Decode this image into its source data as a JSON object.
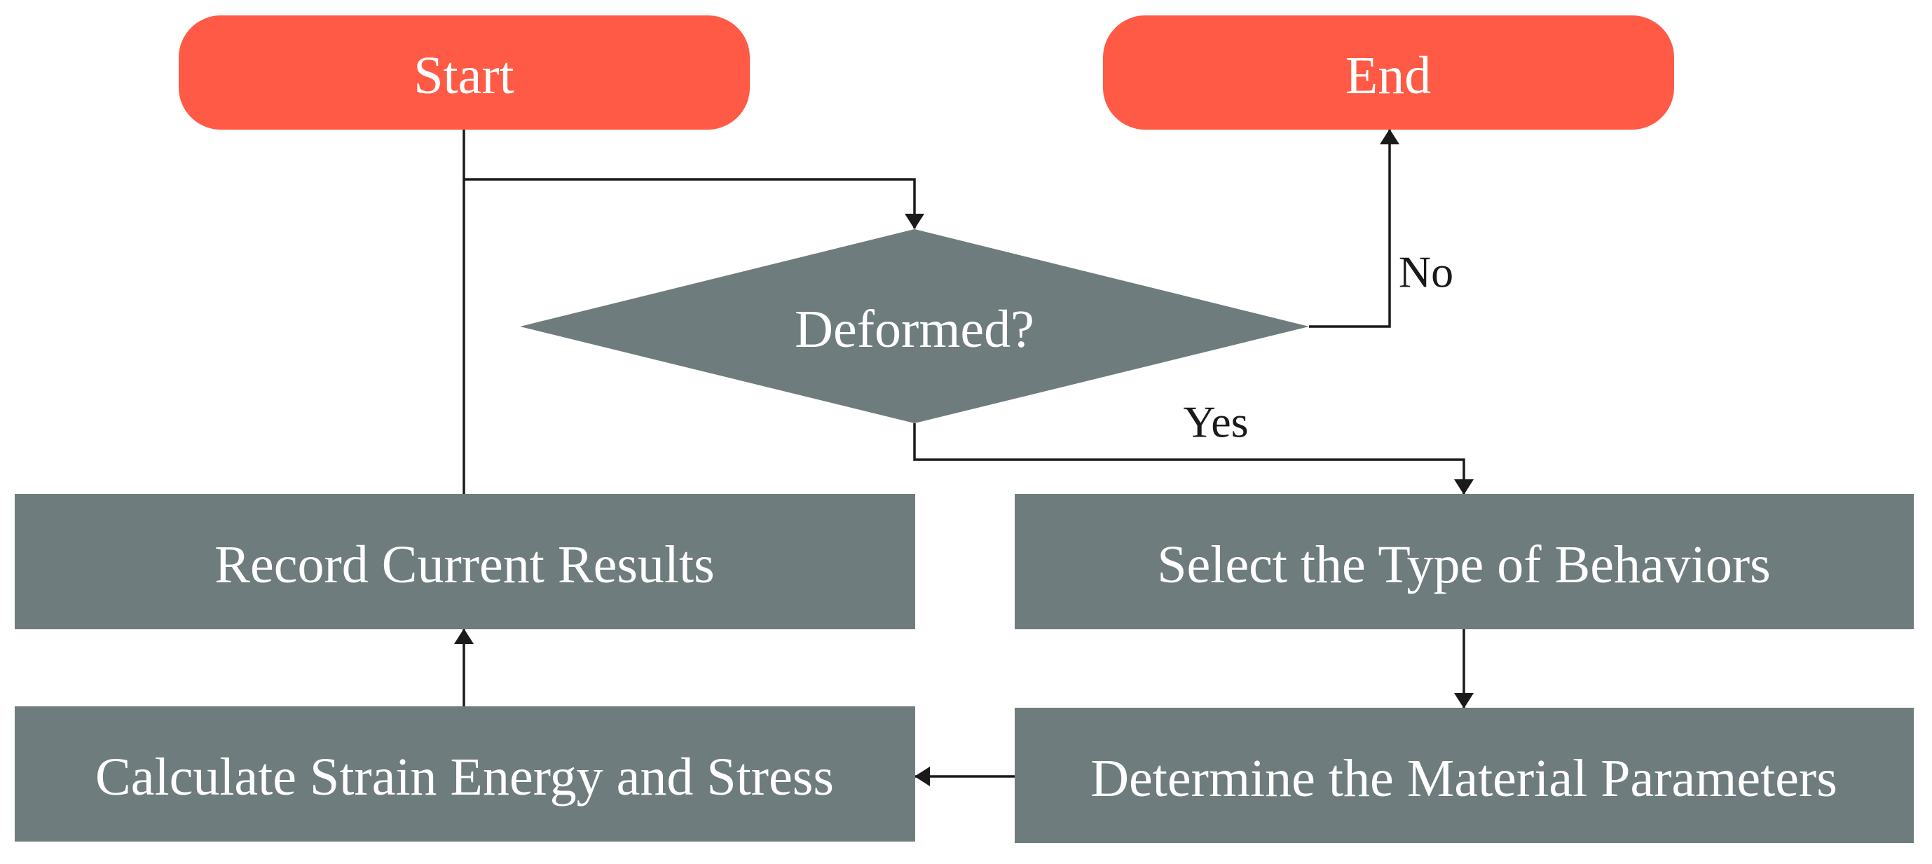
{
  "colors": {
    "terminal_fill": "#ff5a45",
    "process_fill": "#6f7c7d",
    "text": "#ffffff",
    "edge": "#1a1a1a",
    "background": "#ffffff"
  },
  "nodes": {
    "start": {
      "label": "Start",
      "shape": "terminal"
    },
    "end": {
      "label": "End",
      "shape": "terminal"
    },
    "decision": {
      "label": "Deformed?",
      "shape": "diamond"
    },
    "record": {
      "label": "Record Current Results",
      "shape": "process"
    },
    "select": {
      "label": "Select the Type of Behaviors",
      "shape": "process"
    },
    "calculate": {
      "label": "Calculate Strain Energy and Stress",
      "shape": "process"
    },
    "determine": {
      "label": "Determine the Material Parameters",
      "shape": "process"
    }
  },
  "edges": {
    "no_label": "No",
    "yes_label": "Yes"
  }
}
